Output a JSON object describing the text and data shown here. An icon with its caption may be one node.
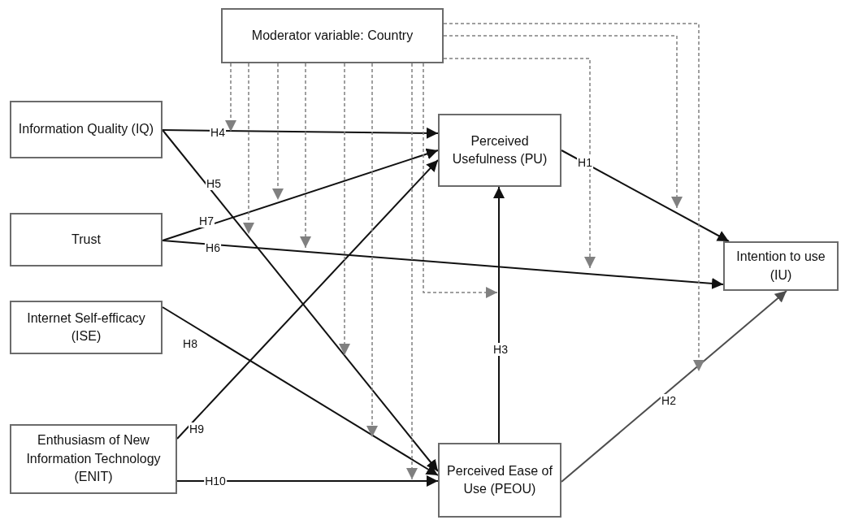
{
  "diagram": {
    "nodes": [
      {
        "text": [
          "Moderator variable: Country"
        ]
      },
      {
        "text": [
          "Information Quality (IQ)"
        ]
      },
      {
        "text": [
          "Trust"
        ]
      },
      {
        "text": [
          "Internet Self-efficacy (ISE)"
        ]
      },
      {
        "text": [
          "Enthusiasm of New Information Technology (ENIT)"
        ]
      },
      {
        "text": [
          "Perceived Usefulness (PU)"
        ]
      },
      {
        "text": [
          "Perceived Ease of Use (PEOU)"
        ]
      },
      {
        "text": [
          "Intention to use (IU)"
        ]
      }
    ],
    "edges": [
      {
        "from": 1,
        "to": 5,
        "arrow": "to",
        "label": "H4",
        "color": "#111111"
      },
      {
        "from": 1,
        "to": 6,
        "arrow": "to",
        "label": "H5",
        "color": "#111111"
      },
      {
        "from": 2,
        "to": 5,
        "arrow": "to",
        "label": "H7",
        "color": "#111111"
      },
      {
        "from": 2,
        "to": 7,
        "arrow": "to",
        "label": "H6",
        "color": "#111111"
      },
      {
        "from": 3,
        "to": 6,
        "arrow": "to",
        "label": "H8",
        "color": "#111111"
      },
      {
        "from": 4,
        "to": 5,
        "arrow": "to",
        "label": "H9",
        "color": "#111111"
      },
      {
        "from": 4,
        "to": 6,
        "arrow": "to",
        "label": "H10",
        "color": "#111111"
      },
      {
        "from": 6,
        "to": 5,
        "arrow": "to",
        "label": "H3",
        "color": "#111111"
      },
      {
        "from": 5,
        "to": 7,
        "arrow": "to",
        "label": "H1",
        "color": "#111111"
      },
      {
        "from": 6,
        "to": 7,
        "arrow": "to",
        "label": "H2",
        "color": "#4d4d4d"
      },
      {
        "from": 0,
        "to": null,
        "arrow": "to",
        "style": "dashed"
      },
      {
        "from": 0,
        "to": null,
        "arrow": "to",
        "style": "dashed"
      },
      {
        "from": 0,
        "to": null,
        "arrow": "to",
        "style": "dashed"
      },
      {
        "from": 0,
        "to": null,
        "arrow": "to",
        "style": "dashed"
      },
      {
        "from": 0,
        "to": null,
        "arrow": "to",
        "style": "dashed"
      },
      {
        "from": 0,
        "to": null,
        "arrow": "to",
        "style": "dashed"
      },
      {
        "from": 0,
        "to": null,
        "arrow": "to",
        "style": "dashed"
      },
      {
        "from": 0,
        "to": null,
        "arrow": "to",
        "style": "dashed"
      },
      {
        "from": 0,
        "to": null,
        "arrow": "to",
        "style": "dashed"
      },
      {
        "from": 0,
        "to": null,
        "arrow": "to",
        "style": "dashed"
      },
      {
        "from": 0,
        "to": null,
        "arrow": "to",
        "style": "dashed"
      }
    ]
  }
}
